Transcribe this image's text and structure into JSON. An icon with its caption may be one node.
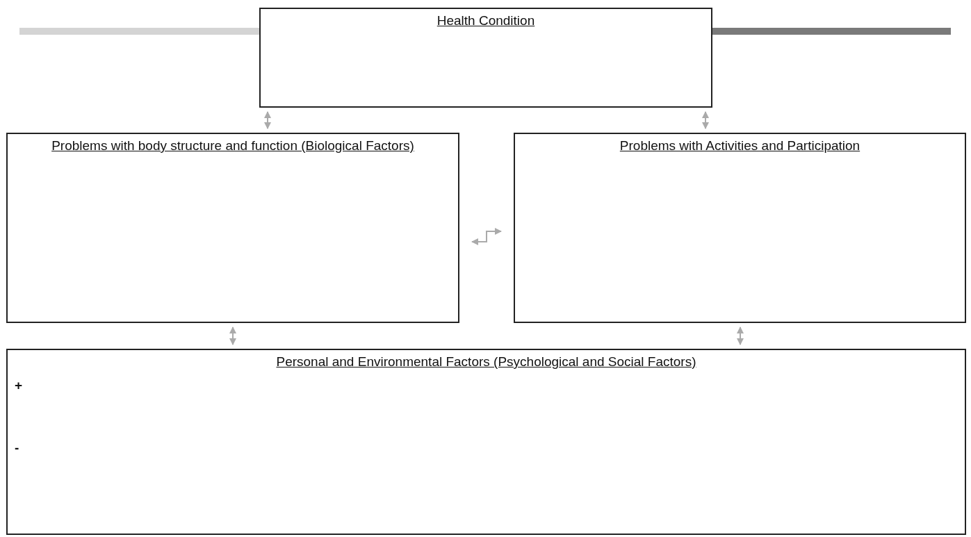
{
  "diagram": {
    "nodes": [
      {
        "text": [
          "Health Condition"
        ]
      },
      {
        "text": [
          "Problems with body structure and function (Biological Factors)"
        ]
      },
      {
        "text": [
          "Problems with Activities and Participation"
        ]
      },
      {
        "text": [
          "Personal and Environmental Factors (Psychological  and Social Factors)",
          "+",
          "-"
        ]
      }
    ],
    "edges": [
      {
        "from": 0,
        "to": 1,
        "arrow": "both"
      },
      {
        "from": 0,
        "to": 2,
        "arrow": "both"
      },
      {
        "from": 1,
        "to": 2,
        "arrow": "both"
      },
      {
        "from": 1,
        "to": 3,
        "arrow": "both"
      },
      {
        "from": 2,
        "to": 3,
        "arrow": "both"
      }
    ]
  }
}
